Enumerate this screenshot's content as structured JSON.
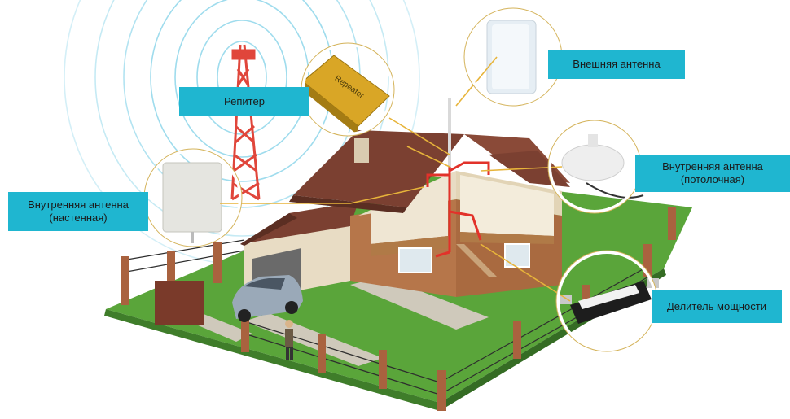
{
  "labels": {
    "repeater": "Репитер",
    "external_antenna": "Внешняя антенна",
    "indoor_ceiling_line1": "Внутренняя антенна",
    "indoor_ceiling_line2": "(потолочная)",
    "indoor_wall_line1": "Внутренняя антенна",
    "indoor_wall_line2": "(настенная)",
    "splitter": "Делитель мощности"
  },
  "device_texts": {
    "repeater_case": "Repeater"
  },
  "colors": {
    "label_bg": "#1fb6d0",
    "leader_line": "#e7b43a",
    "signal_wave": "#7fd1e6",
    "tower": "#e0463b",
    "cable": "#e2322a",
    "grass": "#5aa53a",
    "roof": "#7b4031",
    "brick": "#b6764a",
    "wall": "#e8dcc4"
  }
}
